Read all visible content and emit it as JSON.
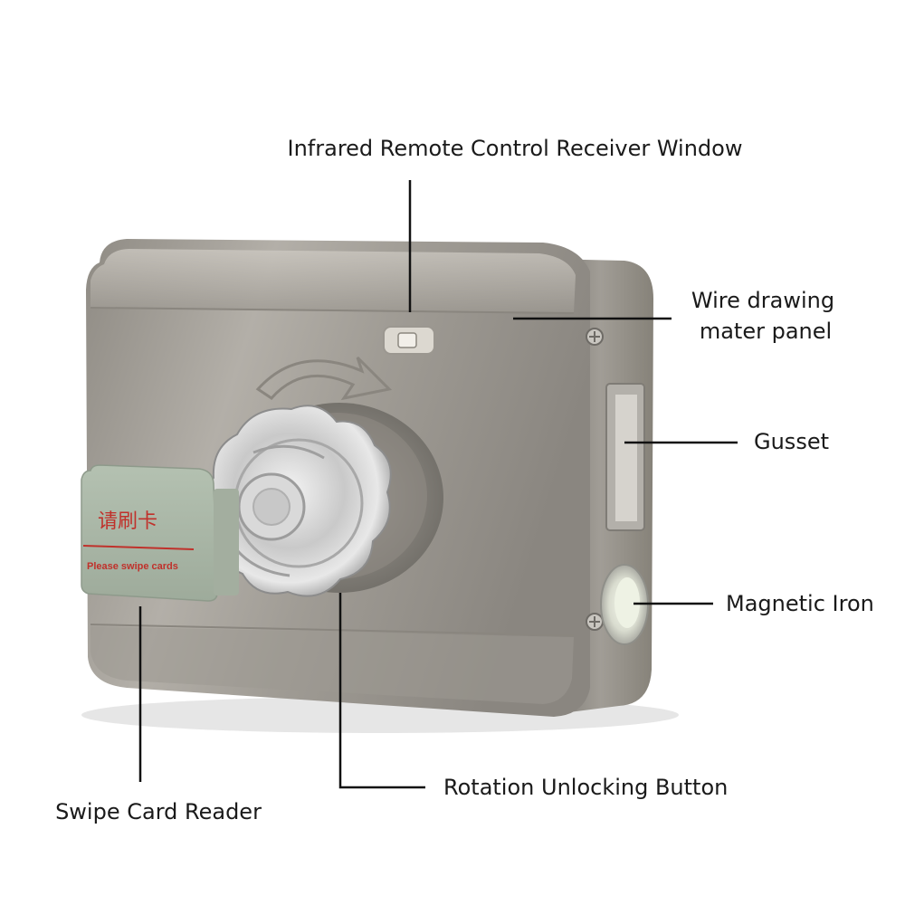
{
  "callouts": {
    "infrared": "Infrared Remote Control Receiver Window",
    "wire_line1": "Wire drawing",
    "wire_line2": "mater panel",
    "gusset": "Gusset",
    "magnetic": "Magnetic Iron",
    "rotation": "Rotation Unlocking Button",
    "swipe": "Swipe Card Reader"
  },
  "card_reader": {
    "chinese_text": "请刷卡",
    "english_text": "Please swipe cards"
  },
  "colors": {
    "text": "#1a1a1a",
    "leader_line": "#111111",
    "card_text": "#c0312b",
    "card_body": "#a9b7a6",
    "steel": "#a8a49d"
  }
}
